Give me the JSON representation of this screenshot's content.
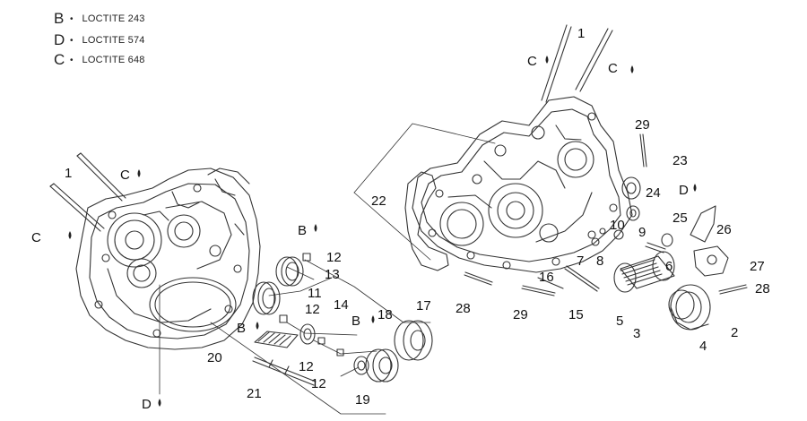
{
  "legend": [
    {
      "letter": "B",
      "drop": "•",
      "text": "LOCTITE 243"
    },
    {
      "letter": "D",
      "drop": "•",
      "text": "LOCTITE 574"
    },
    {
      "letter": "C",
      "drop": "•",
      "text": "LOCTITE 648"
    }
  ],
  "callouts": {
    "c1": "1",
    "c1b": "1",
    "c2": "2",
    "c3": "3",
    "c4": "4",
    "c5": "5",
    "c6": "6",
    "c7": "7",
    "c8": "8",
    "c9": "9",
    "c10": "10",
    "c11": "11",
    "c12a": "12",
    "c12b": "12",
    "c12c": "12",
    "c12d": "12",
    "c13": "13",
    "c14": "14",
    "c15": "15",
    "c16": "16",
    "c17": "17",
    "c18": "18",
    "c19": "19",
    "c20": "20",
    "c21": "21",
    "c22": "22",
    "c23": "23",
    "c24": "24",
    "c25": "25",
    "c26": "26",
    "c27": "27",
    "c28a": "28",
    "c28b": "28",
    "c29a": "29",
    "c29b": "29"
  },
  "letters": {
    "Ca": "C",
    "Cb": "C",
    "Cc": "C",
    "Cd": "C",
    "Ba": "B",
    "Bb": "B",
    "Bc": "B",
    "Da": "D",
    "Db": "D"
  }
}
